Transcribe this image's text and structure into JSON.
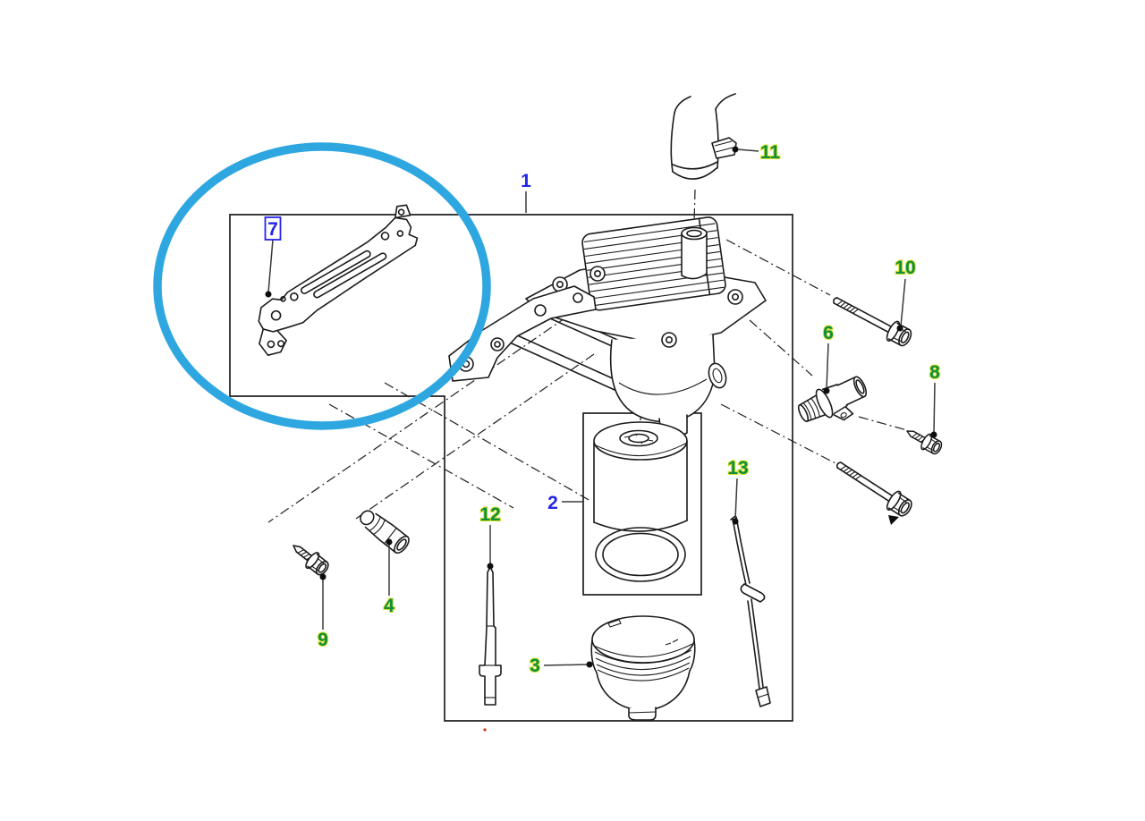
{
  "diagram": {
    "kind": "exploded-parts-diagram",
    "background": "#ffffff",
    "line_color": "#1b1b1b",
    "highlight": {
      "shape": "ellipse",
      "color": "#2ea7e0",
      "marked_callout": "7"
    },
    "callout_colors": {
      "green": "#0f8f3f",
      "green_halo": "#d9e021",
      "blue": "#2424e8"
    },
    "callouts": [
      {
        "label": "1",
        "color": "blue",
        "boxed": false
      },
      {
        "label": "2",
        "color": "blue",
        "boxed": false
      },
      {
        "label": "3",
        "color": "green",
        "boxed": false
      },
      {
        "label": "4",
        "color": "green",
        "boxed": false
      },
      {
        "label": "6",
        "color": "green",
        "boxed": false
      },
      {
        "label": "7",
        "color": "blue",
        "boxed": true
      },
      {
        "label": "8",
        "color": "green",
        "boxed": false
      },
      {
        "label": "9",
        "color": "green",
        "boxed": false
      },
      {
        "label": "10",
        "color": "green",
        "boxed": false
      },
      {
        "label": "11",
        "color": "green",
        "boxed": false
      },
      {
        "label": "12",
        "color": "green",
        "boxed": false
      },
      {
        "label": "13",
        "color": "green",
        "boxed": false
      }
    ]
  }
}
